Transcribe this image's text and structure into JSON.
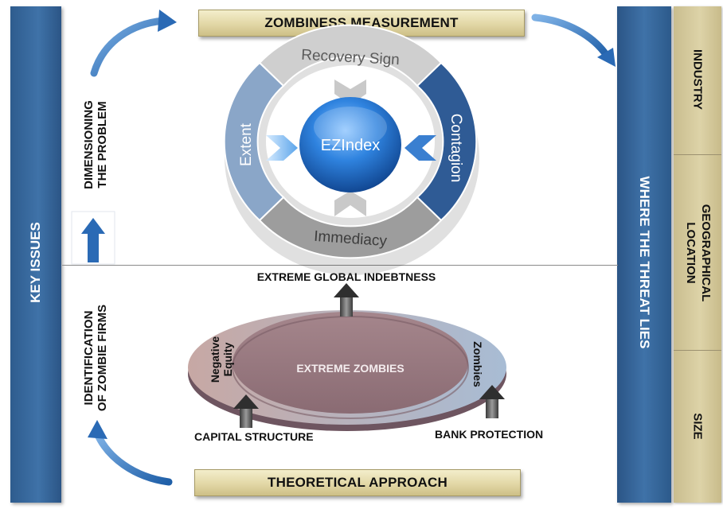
{
  "left_column": {
    "title": "KEY ISSUES"
  },
  "right_column": {
    "title": "WHERE THE THREAT LIES"
  },
  "side_panel": {
    "items": [
      "INDUSTRY",
      "GEOGRAPHICAL LOCATION",
      "SIZE"
    ]
  },
  "top_banner": "ZOMBINESS MEASUREMENT",
  "bottom_banner": "THEORETICAL APPROACH",
  "upper_section": {
    "label_line1": "DIMENSIONING",
    "label_line2": "THE PROBLEM"
  },
  "lower_section": {
    "label_line1": "IDENTIFICATION",
    "label_line2": "OF ZOMBIE FIRMS"
  },
  "ring": {
    "center": "EZIndex",
    "segments": {
      "top": "Recovery Sign",
      "right": "Contagion",
      "bottom": "Immediacy",
      "left": "Extent"
    }
  },
  "ellipse": {
    "center": "EXTREME ZOMBIES",
    "left_line1": "Negative",
    "left_line2": "Equity",
    "right": "Zombies",
    "top_label": "EXTREME GLOBAL INDEBTNESS",
    "bottom_left_label": "CAPITAL STRUCTURE",
    "bottom_right_label": "BANK PROTECTION"
  },
  "colors": {
    "column_blue": "#3a6aa0",
    "banner_khaki": "#e2d7a6",
    "ring_left": "#8aa6c8",
    "ring_right": "#2f5b95",
    "ring_top": "#c8c8c8",
    "ring_bottom": "#9a9a9a",
    "center_circle": "#2a7ad6",
    "ellipse_front": "#9a7a82",
    "ellipse_back": "#a9b9cc"
  }
}
